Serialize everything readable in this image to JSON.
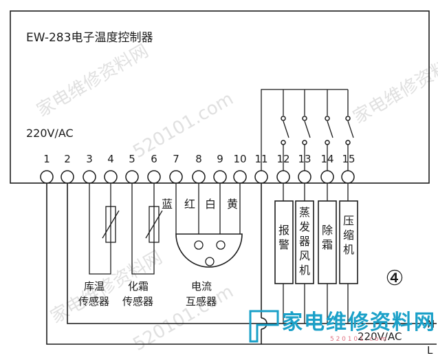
{
  "controller": {
    "title": "EW-283电子温度控制器",
    "supply_label": "220V/AC"
  },
  "terminals": [
    "1",
    "2",
    "3",
    "4",
    "5",
    "6",
    "7",
    "8",
    "9",
    "10",
    "11",
    "12",
    "13",
    "14",
    "15"
  ],
  "sensors": {
    "storage": {
      "line1": "库温",
      "line2": "传感器"
    },
    "defrost": {
      "line1": "化霜",
      "line2": "传感器"
    },
    "current": {
      "line1": "电流",
      "line2": "互感器"
    }
  },
  "wire_colors": {
    "blue": "蓝",
    "red": "红",
    "white": "白",
    "yellow": "黄"
  },
  "loads": [
    {
      "chars": [
        "报",
        "警"
      ]
    },
    {
      "chars": [
        "蒸",
        "发",
        "器",
        "风",
        "机"
      ]
    },
    {
      "chars": [
        "除",
        "霜"
      ]
    },
    {
      "chars": [
        "压",
        "缩",
        "机"
      ]
    }
  ],
  "figure_number": "④",
  "supply": {
    "label": "220V/AC",
    "n": "N",
    "l": "L"
  },
  "watermarks": {
    "brand": "家电维修资料网",
    "url": "520101.com",
    "url_small": "5 2 0 1 0 1 . c o m"
  }
}
